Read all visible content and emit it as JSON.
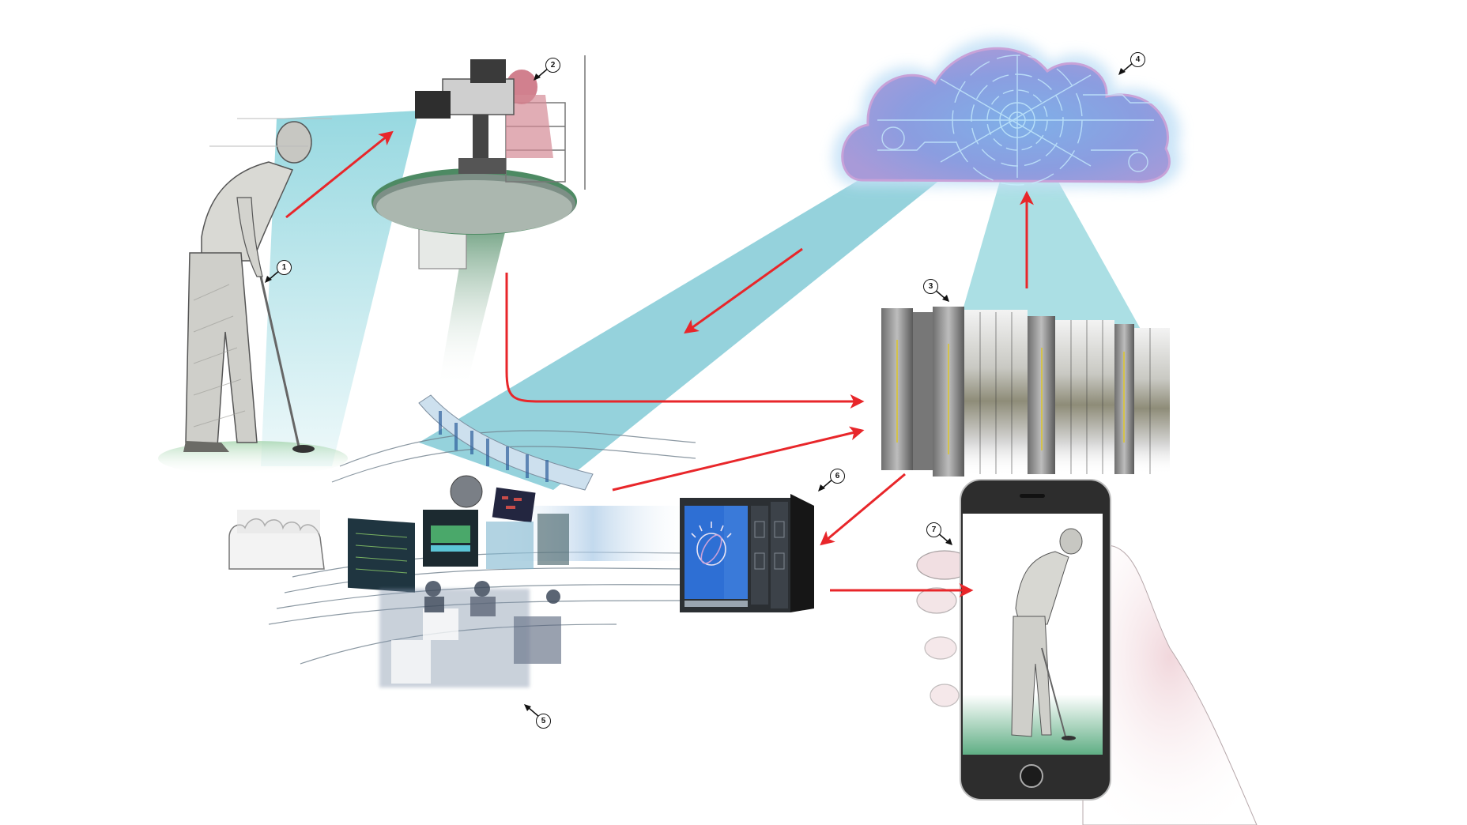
{
  "diagram": {
    "description": "Golf broadcast to cloud analytics to mobile workflow illustration",
    "colors": {
      "background": "#ffffff",
      "beam": "#7ecfd9",
      "arrow": "#e8262a",
      "cloud_fill": "#8a9ee0",
      "cloud_glow": "#bfe8f5",
      "phone_body": "#2a2a2a",
      "grass": "#8fc79a",
      "watson_screen": "#2e6fd4"
    },
    "nodes": [
      {
        "id": "1",
        "name": "golfer",
        "label": "1"
      },
      {
        "id": "2",
        "name": "broadcast-camera-crane",
        "label": "2"
      },
      {
        "id": "3",
        "name": "server-racks",
        "label": "3"
      },
      {
        "id": "4",
        "name": "cloud",
        "label": "4"
      },
      {
        "id": "5",
        "name": "control-room",
        "label": "5"
      },
      {
        "id": "6",
        "name": "watson-server",
        "label": "6"
      },
      {
        "id": "7",
        "name": "smartphone",
        "label": "7"
      }
    ],
    "edges": [
      {
        "from": "1",
        "to": "2"
      },
      {
        "from": "2",
        "to": "3"
      },
      {
        "from": "3",
        "to": "4"
      },
      {
        "from": "4",
        "to": "5"
      },
      {
        "from": "5",
        "to": "3"
      },
      {
        "from": "3",
        "to": "6"
      },
      {
        "from": "6",
        "to": "7"
      }
    ]
  },
  "markers": {
    "m1": "1",
    "m2": "2",
    "m3": "3",
    "m4": "4",
    "m5": "5",
    "m6": "6",
    "m7": "7"
  }
}
